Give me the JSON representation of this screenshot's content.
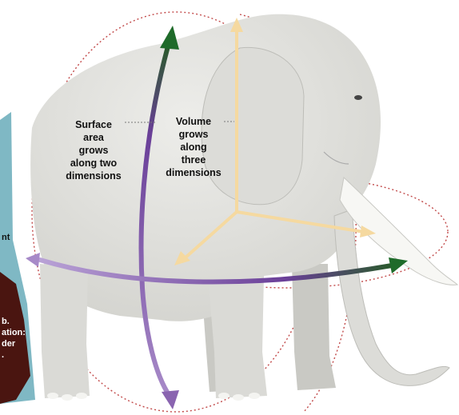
{
  "labels": {
    "surface_area": "Surface\narea\ngrows\nalong two\ndimensions",
    "volume": "Volume\ngrows\nalong\nthree\ndimensions"
  },
  "edge_fragments": {
    "left_middle": "nt",
    "left_lower": "b.\nation:\nder\n."
  },
  "icons": {
    "elephant": "elephant-illustration",
    "surface_arrows": "purple-green-double-arrow",
    "volume_axes": "three-axis-arrows"
  },
  "colors": {
    "elephant_body": "#e6e6e3",
    "elephant_shadow": "#c9c9c4",
    "surface_arrow": "#8a64b0",
    "surface_arrow_tip": "#1f6b2a",
    "volume_axes": "#f5d9a0",
    "dotted_outline": "#c24a4a",
    "left_panel_blue": "#7fb8c4",
    "left_panel_brown": "#4a1510"
  }
}
